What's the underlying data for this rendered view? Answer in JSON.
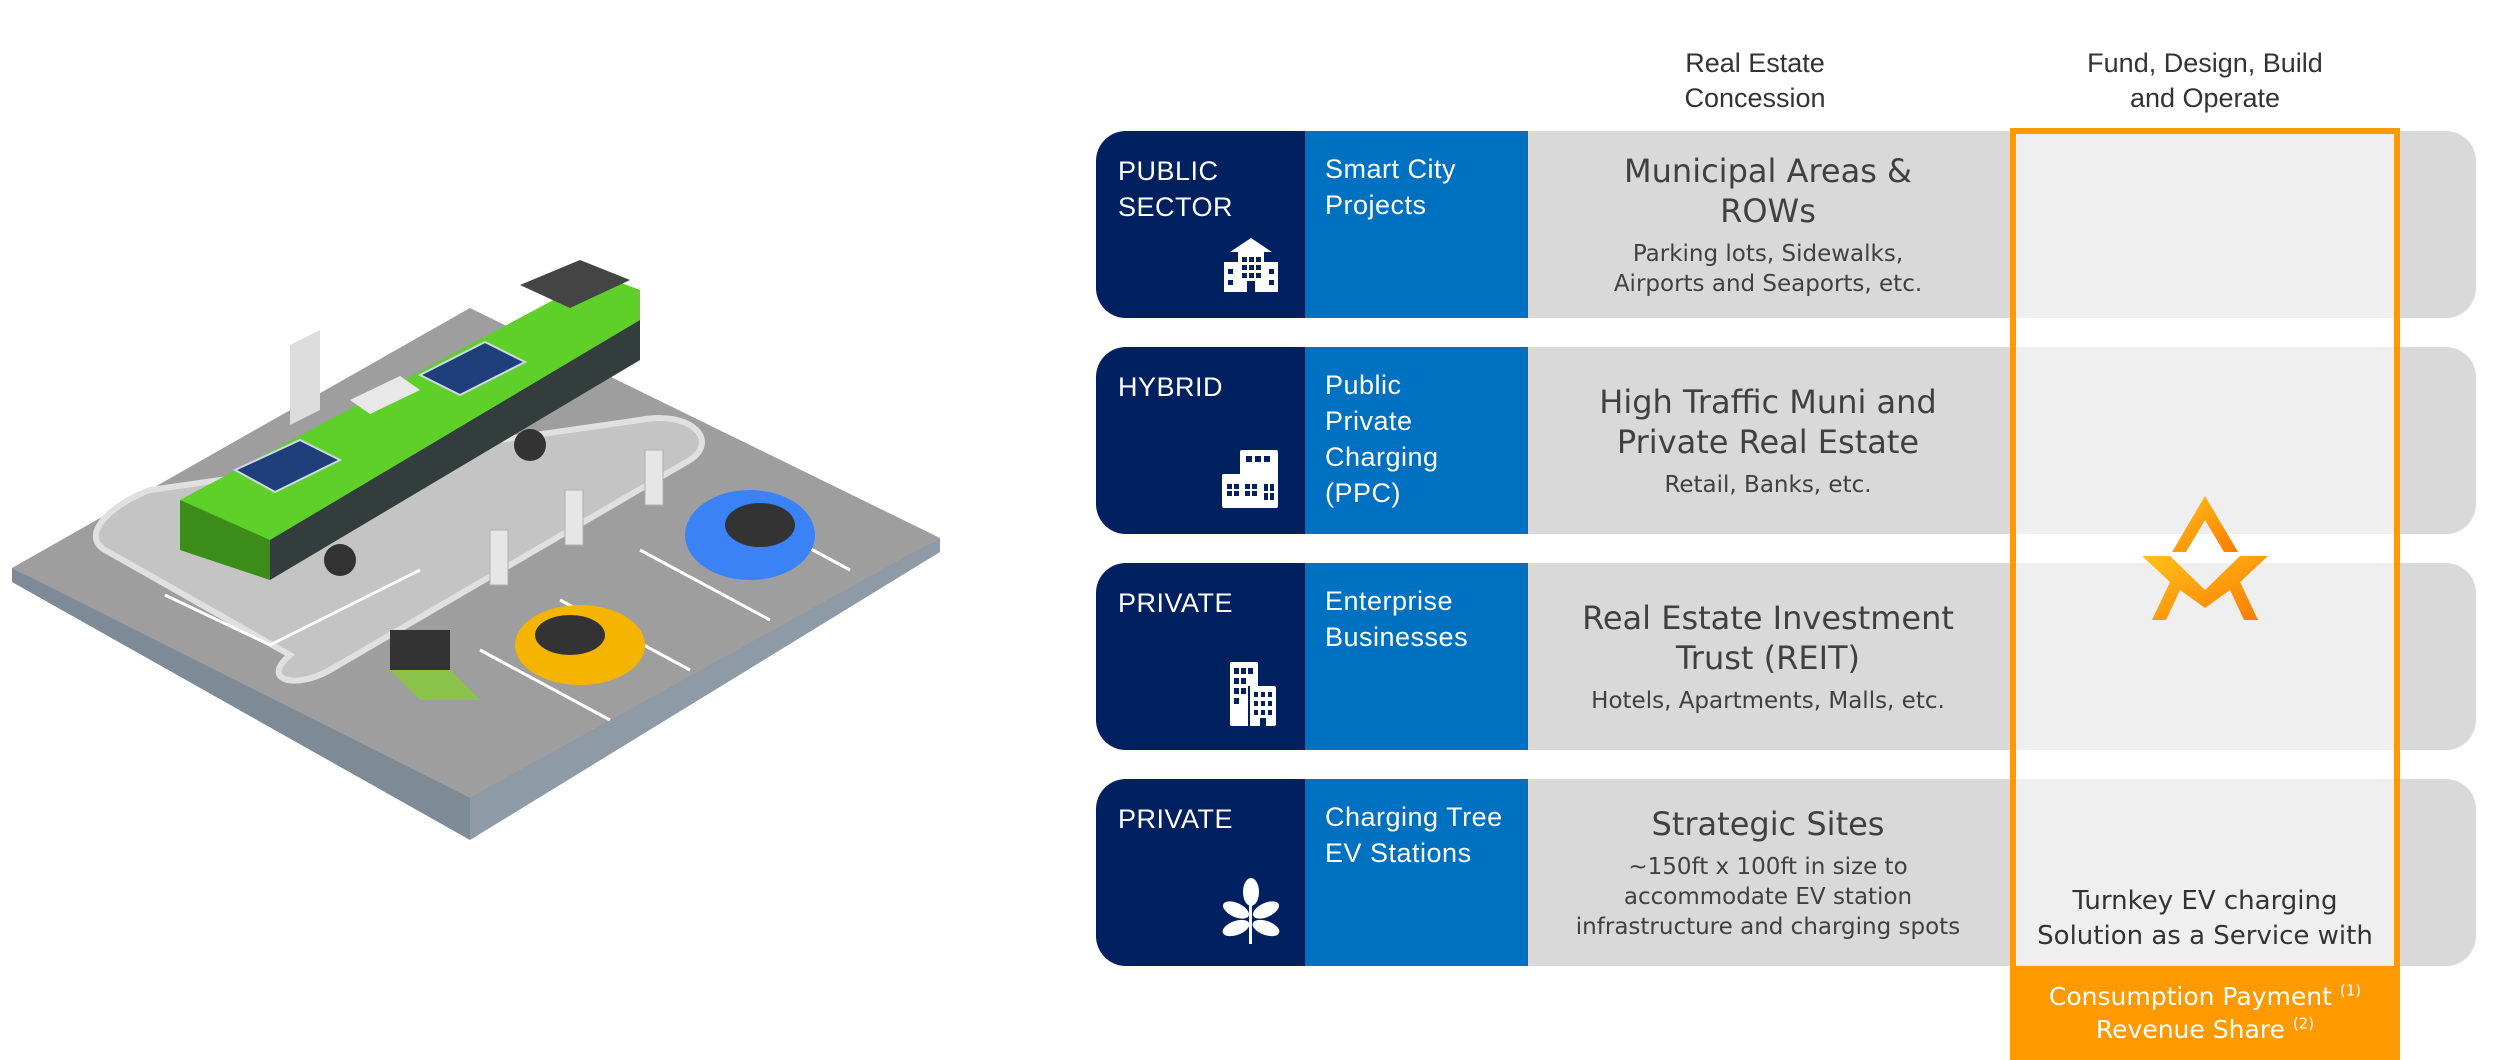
{
  "headers": {
    "concession": "Real Estate\nConcession",
    "fund": "Fund, Design, Build\nand Operate"
  },
  "rows": [
    {
      "sector": "PUBLIC\nSECTOR",
      "segment": "Smart City\nProjects",
      "icon": "government-building-icon",
      "concession_title": "Municipal Areas &\nROWs",
      "concession_subtitle": "Parking lots, Sidewalks,\nAirports and Seaports, etc."
    },
    {
      "sector": "HYBRID",
      "segment": "Public\nPrivate\nCharging\n(PPC)",
      "icon": "mixed-buildings-icon",
      "concession_title": "High Traffic Muni and\nPrivate Real Estate",
      "concession_subtitle": "Retail, Banks, etc."
    },
    {
      "sector": "PRIVATE",
      "segment": "Enterprise\nBusinesses",
      "icon": "office-buildings-icon",
      "concession_title": "Real Estate Investment\nTrust (REIT)",
      "concession_subtitle": "Hotels, Apartments, Malls, etc."
    },
    {
      "sector": "PRIVATE",
      "segment": "Charging Tree\nEV Stations",
      "icon": "sprout-leaves-icon",
      "concession_title": "Strategic Sites",
      "concession_subtitle": "~150ft x 100ft in size to\naccommodate EV station\ninfrastructure and charging spots"
    }
  ],
  "fund_column": {
    "logo": "company-logo-icon",
    "turnkey_text": "Turnkey EV charging\nSolution as a Service with",
    "payment_1": "Consumption Payment",
    "payment_1_note": "(1)",
    "payment_2": "Revenue Share",
    "payment_2_note": "(2)"
  },
  "illustration": "ev-charging-parking-lot-illustration",
  "colors": {
    "navy": "#012060",
    "blue": "#0070c0",
    "gray": "#d9d9d9",
    "light_gray": "#efefef",
    "orange": "#ff9900",
    "text": "#404040"
  }
}
